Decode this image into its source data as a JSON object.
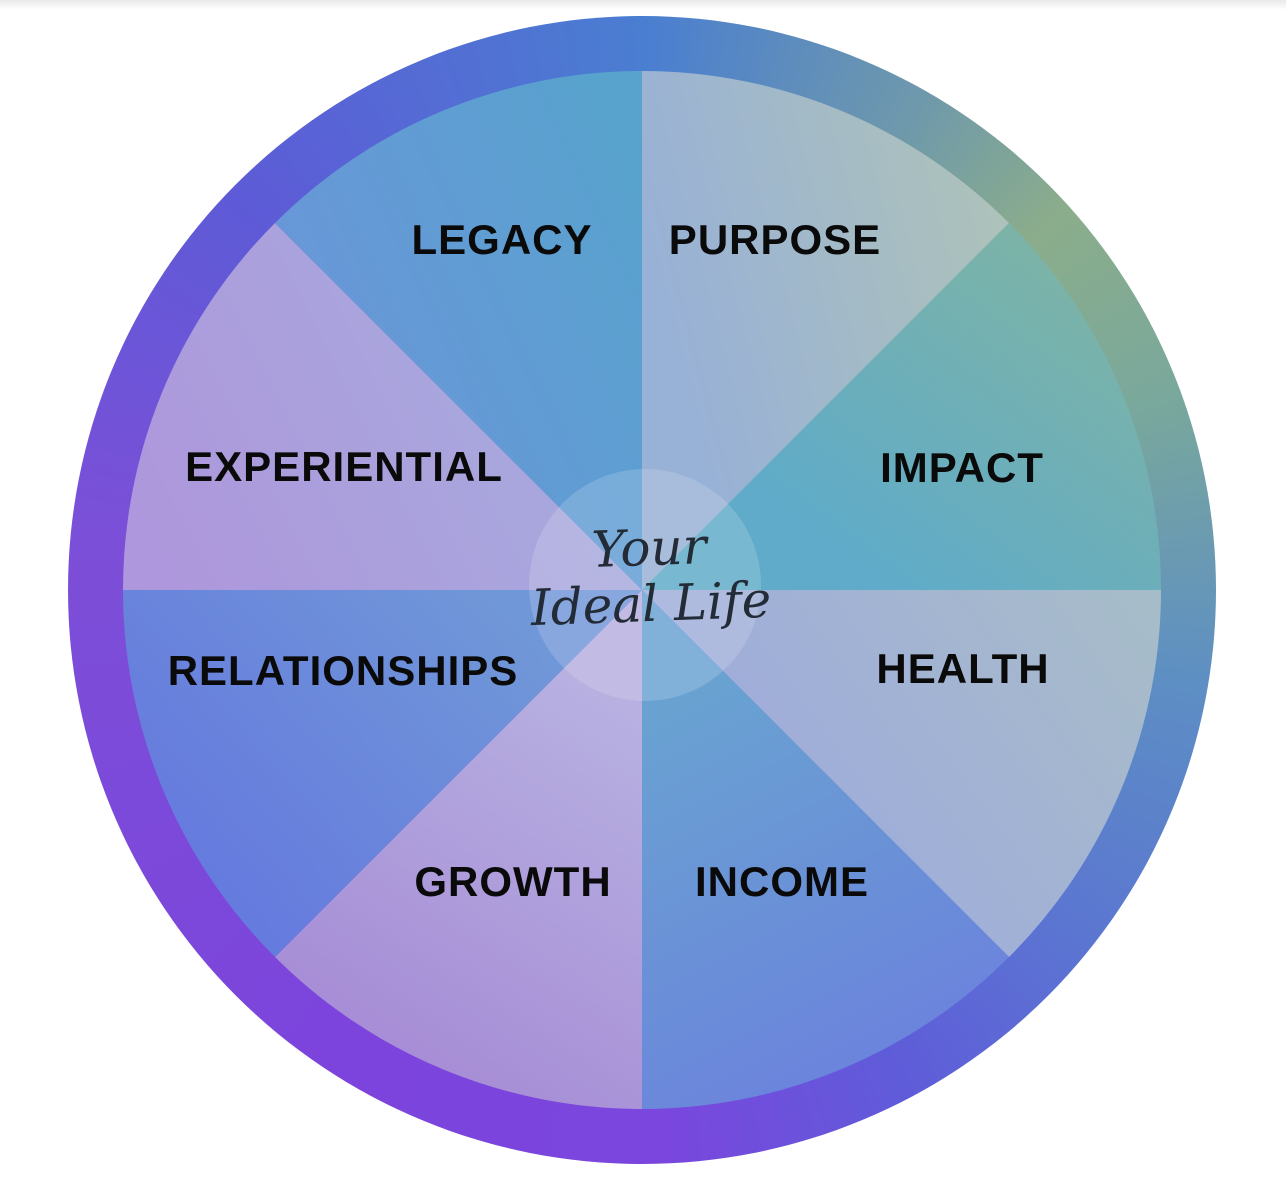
{
  "page": {
    "background": "#ffffff",
    "top_fade_color": "#e9e9e9"
  },
  "wheel": {
    "center_text": {
      "line1": "Your",
      "line2": "Ideal Life",
      "color": "#222b36"
    },
    "label_color": "#0a0a0a",
    "segments": [
      {
        "label": "PURPOSE",
        "gradient": [
          "#98b1d6",
          "#adc2ba"
        ]
      },
      {
        "label": "IMPACT",
        "gradient": [
          "#7bb3a8",
          "#5fabc9"
        ]
      },
      {
        "label": "HEALTH",
        "gradient": [
          "#a7bcc9",
          "#9fadda"
        ]
      },
      {
        "label": "INCOME",
        "gradient": [
          "#69a2d1",
          "#6b84dc"
        ]
      },
      {
        "label": "GROWTH",
        "gradient": [
          "#b7b0e1",
          "#a78ed6"
        ]
      },
      {
        "label": "RELATIONSHIPS",
        "gradient": [
          "#7097d8",
          "#667bde"
        ]
      },
      {
        "label": "EXPERIENTIAL",
        "gradient": [
          "#ae97dc",
          "#a7aadd"
        ]
      },
      {
        "label": "LEGACY",
        "gradient": [
          "#6897d8",
          "#57a3cd"
        ]
      }
    ],
    "ring_gradient_stops": [
      {
        "angle": 0,
        "color": "#4a7ed1"
      },
      {
        "angle": 48,
        "color": "#8bad8b"
      },
      {
        "angle": 70,
        "color": "#79a89c"
      },
      {
        "angle": 100,
        "color": "#5d8ec4"
      },
      {
        "angle": 130,
        "color": "#5b74d2"
      },
      {
        "angle": 152,
        "color": "#5f5cd9"
      },
      {
        "angle": 178,
        "color": "#7a46de"
      },
      {
        "angle": 275,
        "color": "#7c4fd8"
      },
      {
        "angle": 315,
        "color": "#5d5bd7"
      },
      {
        "angle": 360,
        "color": "#4a7ed1"
      }
    ],
    "center_overlay": {
      "fill": "#ffffff",
      "opacity": "0.16"
    }
  }
}
